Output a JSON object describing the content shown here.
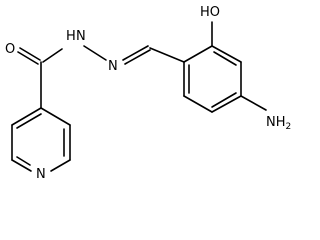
{
  "structure": {
    "atoms": {
      "oxygen_carbonyl": "O",
      "hydrazide_nh": "H",
      "hydrazide_n": "N",
      "imine_n": "N",
      "hydroxyl": "HO",
      "amino_main": "NH",
      "amino_sub": "2",
      "pyridine_n": "N"
    }
  }
}
